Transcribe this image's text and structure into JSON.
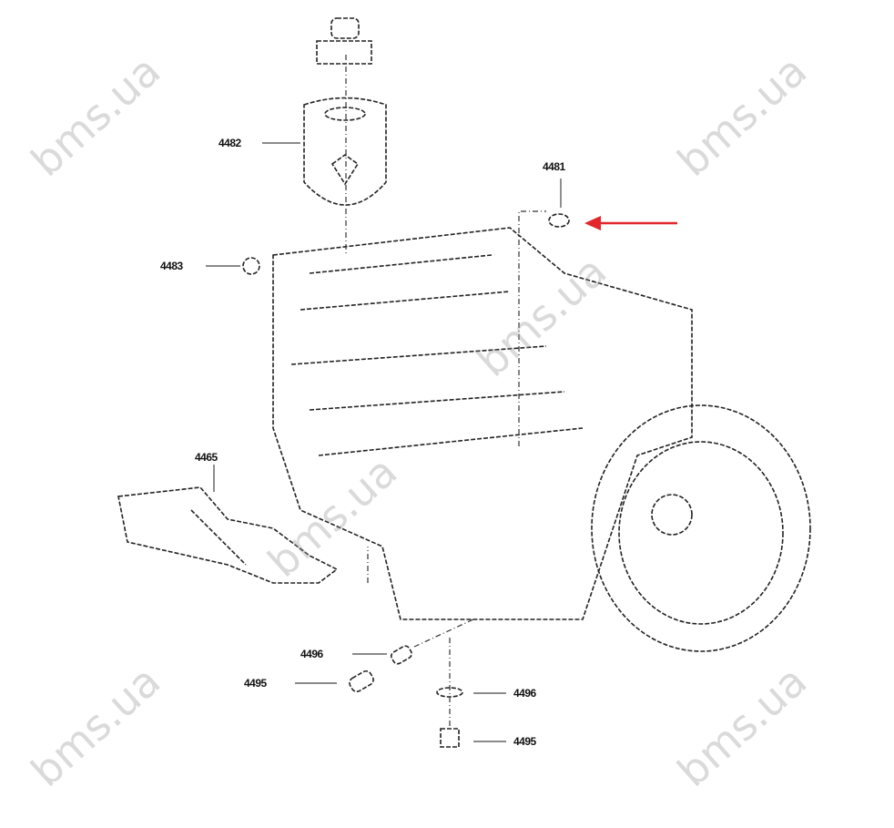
{
  "diagram": {
    "callouts": [
      {
        "id": "filter",
        "label": "4482"
      },
      {
        "id": "sensor",
        "label": "4481"
      },
      {
        "id": "switch",
        "label": "4483"
      },
      {
        "id": "starter",
        "label": "4465"
      },
      {
        "id": "plug-upper",
        "label": "4496"
      },
      {
        "id": "gasket-left",
        "label": "4495"
      },
      {
        "id": "washer-lower",
        "label": "4496"
      },
      {
        "id": "drain-plug",
        "label": "4495"
      }
    ],
    "highlight_color": "#e3262b",
    "watermark": "bms.ua"
  }
}
